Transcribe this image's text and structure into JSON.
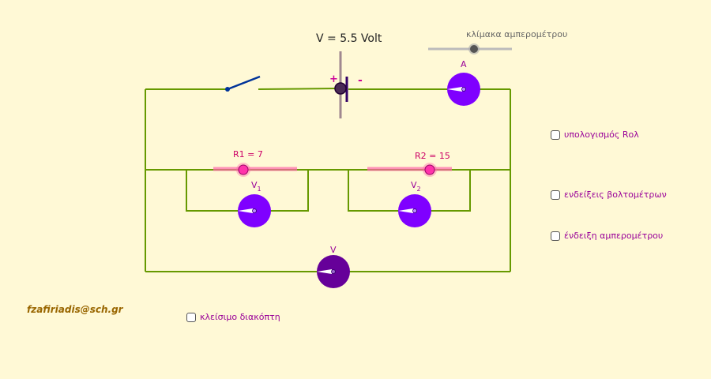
{
  "header": {
    "voltage_label": "V = 5.5 Volt",
    "ammeter_scale_label": "κλίμακα αμπερομέτρου"
  },
  "battery": {
    "plus_sign": "+",
    "minus_sign": "-"
  },
  "meters": {
    "ammeter": "A",
    "voltmeter1_base": "V",
    "voltmeter1_sub": "1",
    "voltmeter2_base": "V",
    "voltmeter2_sub": "2",
    "voltmeter_total": "V"
  },
  "resistors": {
    "r1_label": "R1 = 7",
    "r1_value": 7,
    "r2_label": "R2 = 15",
    "r2_value": 15
  },
  "checkboxes": {
    "calc_r_total": "υπολογισμός Rολ",
    "voltmeter_readings": "ενδείξεις βολτομέτρων",
    "ammeter_reading": "ένδειξη αμπερομέτρου",
    "close_switch": "κλείσιμο διακόπτη"
  },
  "author": {
    "email": "fzafiriadis@sch.gr"
  },
  "colors": {
    "wire": "#669900",
    "meter": "#7f00ff",
    "meter_total": "#660099",
    "resistor": "#ff66aa",
    "slider_point": "#ff33aa",
    "switch": "#003399",
    "label_magenta": "#990099"
  }
}
